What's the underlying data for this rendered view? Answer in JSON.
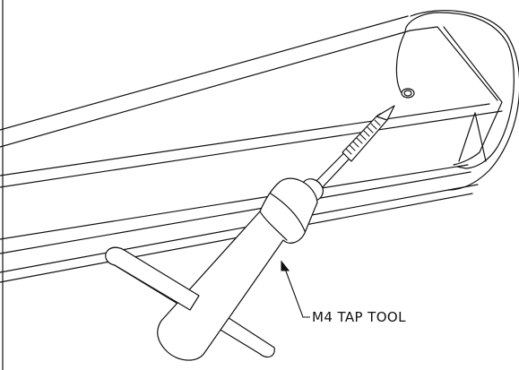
{
  "diagram": {
    "callout_label": "M4 TAP TOOL",
    "line_color": "#111111",
    "background_color": "#ffffff"
  },
  "icons": {
    "tap-tool-icon": "tap wrench with threaded tap",
    "tube-icon": "rounded rail tube profile"
  }
}
